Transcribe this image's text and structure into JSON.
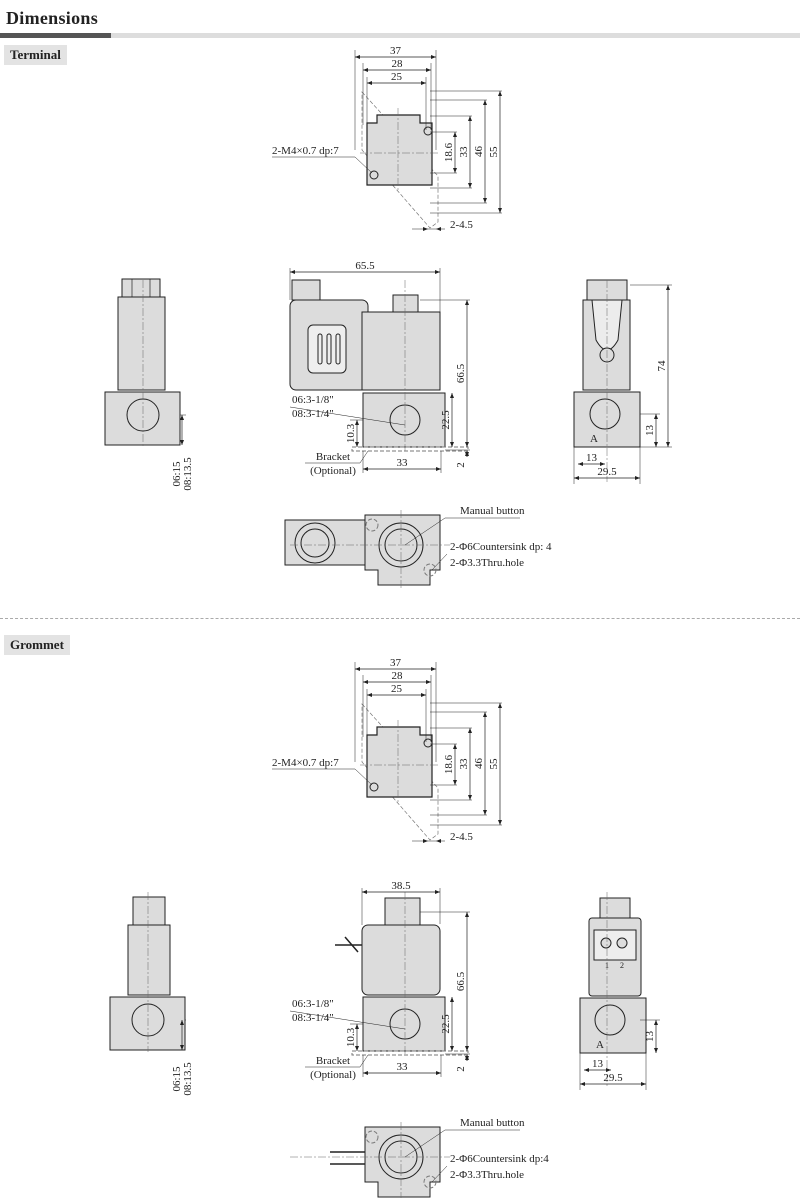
{
  "header": {
    "title": "Dimensions"
  },
  "terminal": {
    "label": "Terminal",
    "top": {
      "d37": "37",
      "d28": "28",
      "d25": "25",
      "d55": "55",
      "d46": "46",
      "d33": "33",
      "d18": "18.6",
      "thread": "2-M4×0.7 dp:7",
      "slot": "2-4.5"
    },
    "front": {
      "width": "65.5",
      "height": "66.5",
      "port_h": "22.5",
      "port_c": "10.3",
      "bracket_t": "2",
      "base_w": "33",
      "port1": "06:3-1/8\"",
      "port2": "08:3-1/4\"",
      "bracket": "Bracket",
      "optional": "(Optional)"
    },
    "left": {
      "d1": "06:15",
      "d2": "08:13.5"
    },
    "right": {
      "height": "74",
      "port_v": "13",
      "port_h": "13",
      "width": "29.5",
      "mark": "A"
    },
    "bottom": {
      "manual": "Manual button",
      "countersink": "2-Φ6Countersink  dp: 4",
      "thru": "2-Φ3.3Thru.hole"
    }
  },
  "grommet": {
    "label": "Grommet",
    "top": {
      "d37": "37",
      "d28": "28",
      "d25": "25",
      "d55": "55",
      "d46": "46",
      "d33": "33",
      "d18": "18.6",
      "thread": "2-M4×0.7 dp:7",
      "slot": "2-4.5"
    },
    "front": {
      "width": "38.5",
      "height": "66.5",
      "port_h": "22.5",
      "port_c": "10.3",
      "bracket_t": "2",
      "base_w": "33",
      "port1": "06:3-1/8\"",
      "port2": "08:3-1/4\"",
      "bracket": "Bracket",
      "optional": "(Optional)"
    },
    "left": {
      "d1": "06:15",
      "d2": "08:13.5"
    },
    "right": {
      "height": "",
      "port_v": "13",
      "port_h": "13",
      "width": "29.5",
      "mark": "A",
      "pin1": "1",
      "pin2": "2"
    },
    "bottom": {
      "manual": "Manual button",
      "countersink": "2-Φ6Countersink dp:4",
      "thru": "2-Φ3.3Thru.hole"
    }
  },
  "colors": {
    "fill": "#dcdcdc",
    "line": "#222222"
  }
}
